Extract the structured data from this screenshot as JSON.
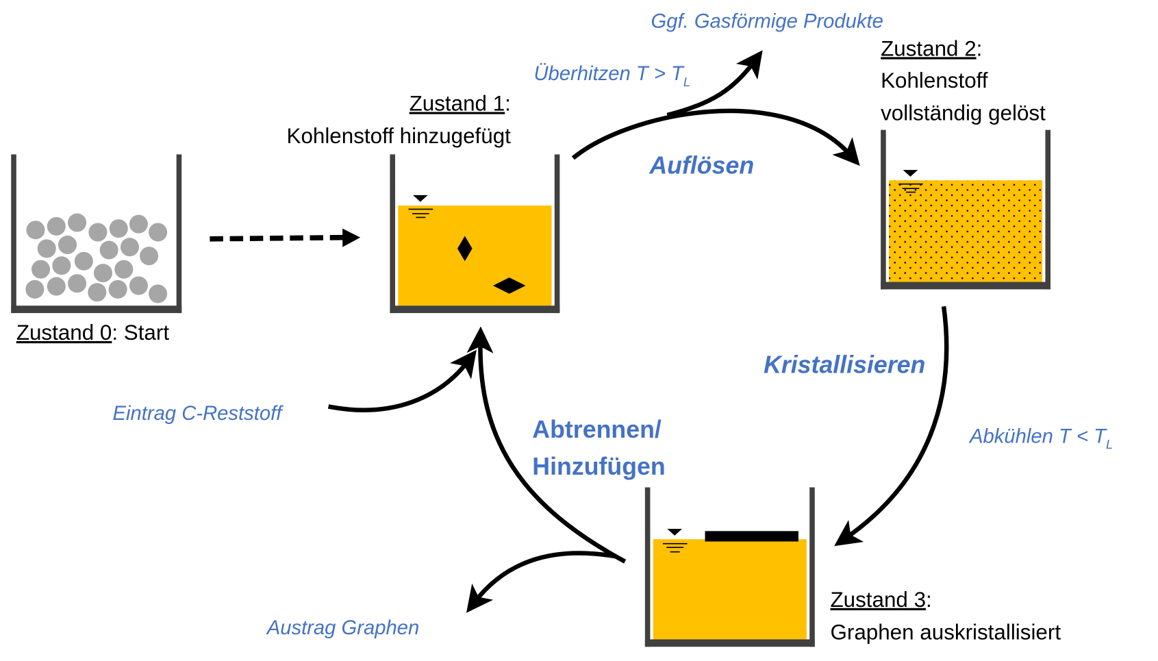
{
  "colors": {
    "liquid": "#ffc000",
    "wall": "#404040",
    "particle": "#a6a6a6",
    "accent": "#4472c4"
  },
  "states": {
    "s0": {
      "title": "Zustand 0",
      "suffix": ": Start"
    },
    "s1": {
      "title": "Zustand 1",
      "colon": ":",
      "desc": "Kohlenstoff hinzugefügt"
    },
    "s2": {
      "title": "Zustand 2",
      "colon": ":",
      "desc1": "Kohlenstoff",
      "desc2": "vollständig gelöst"
    },
    "s3": {
      "title": "Zustand 3",
      "colon": ":",
      "desc": "Graphen auskristallisiert"
    }
  },
  "steps": {
    "dissolve": "Auflösen",
    "crystallize": "Kristallisieren",
    "separate1": "Abtrennen/",
    "separate2": "Hinzufügen"
  },
  "annotations": {
    "gas": "Ggf. Gasförmige Produkte",
    "overheat": "Überhitzen T > T",
    "overheat_sub": "L",
    "cool": "Abkühlen T < T",
    "cool_sub": "L",
    "feed": "Eintrag C-Reststoff",
    "discharge": "Austrag Graphen"
  }
}
